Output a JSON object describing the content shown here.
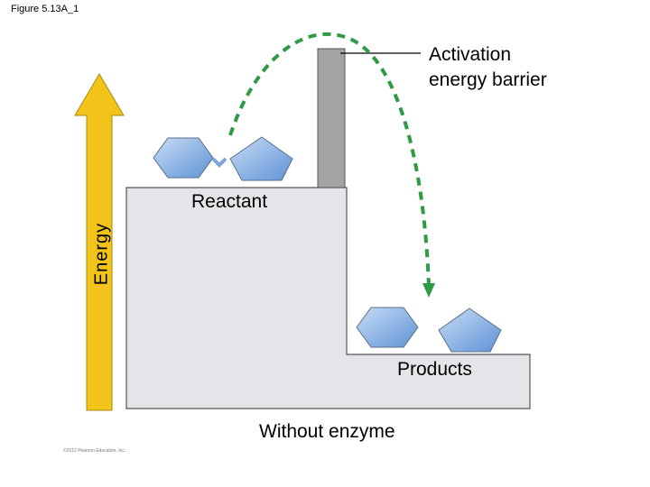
{
  "figure_label": "Figure 5.13A_1",
  "labels": {
    "activation_line1": "Activation",
    "activation_line2": "energy barrier",
    "reactant": "Reactant",
    "products": "Products",
    "without_enzyme": "Without enzyme",
    "energy": "Energy"
  },
  "credit": "©2012 Pearson Education, Inc.",
  "colors": {
    "arrow_yellow": "#f2c318",
    "step_fill": "#e6e4e8",
    "barrier_fill": "#a3a3a6",
    "dash_green": "#2e9a44",
    "molecule_blue": "#8fb7e8"
  }
}
